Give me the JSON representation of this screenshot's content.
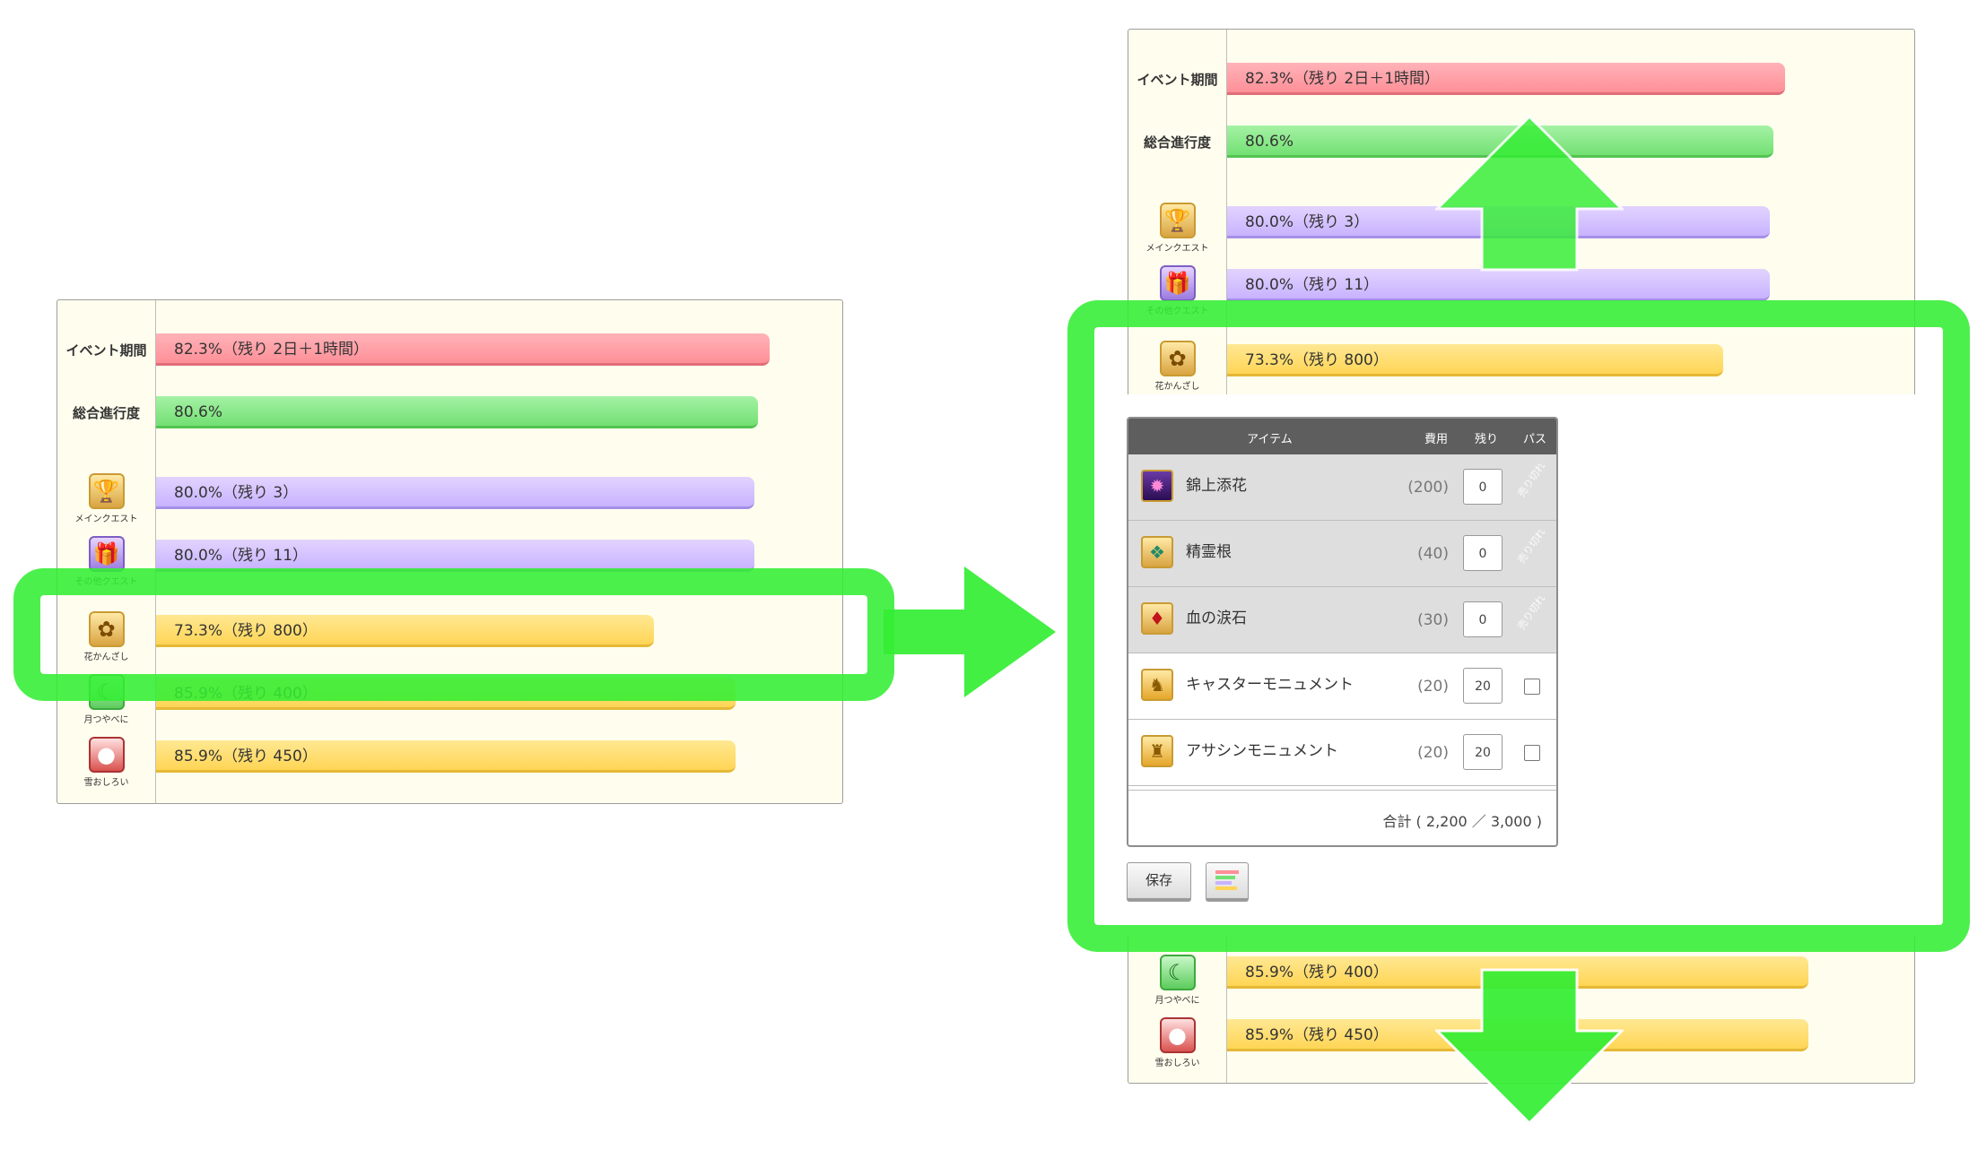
{
  "left_panel": {
    "rows": [
      {
        "label": "イベント期間",
        "bar_text": "82.3%（残り 2日＋1時間）",
        "percent": 82.3,
        "color": "#ff8f98"
      },
      {
        "label": "総合進行度",
        "bar_text": "80.6%",
        "percent": 80.6,
        "color": "#73e073"
      },
      {
        "icon": "goblet-icon",
        "caption": "メインクエスト",
        "bar_text": "80.0%（残り 3）",
        "percent": 80.0,
        "color": "#c8b3ff"
      },
      {
        "icon": "gift-box-icon",
        "caption": "その他クエスト",
        "bar_text": "80.0%（残り 11）",
        "percent": 80.0,
        "color": "#c8b3ff"
      },
      {
        "icon": "hairpin-icon",
        "caption": "花かんざし",
        "bar_text": "73.3%（残り 800）",
        "percent": 73.3,
        "color": "#ffd555"
      },
      {
        "icon": "moon-icon",
        "caption": "月つやべに",
        "bar_text": "85.9%（残り 400）",
        "percent": 85.9,
        "color": "#ffd555"
      },
      {
        "icon": "compact-icon",
        "caption": "雪おしろい",
        "bar_text": "85.9%（残り 450）",
        "percent": 85.9,
        "color": "#ffd555"
      }
    ]
  },
  "right_panel": {
    "top_rows": [
      {
        "label": "イベント期間",
        "bar_text": "82.3%（残り 2日＋1時間）",
        "percent": 82.3
      },
      {
        "label": "総合進行度",
        "bar_text": "80.6%",
        "percent": 80.6
      },
      {
        "icon": "goblet-icon",
        "caption": "メインクエスト",
        "bar_text": "80.0%（残り 3）",
        "percent": 80.0
      },
      {
        "icon": "gift-box-icon",
        "caption": "その他クエスト",
        "bar_text": "80.0%（残り 11）",
        "percent": 80.0
      },
      {
        "icon": "hairpin-icon",
        "caption": "花かんざし",
        "bar_text": "73.3%（残り 800）",
        "percent": 73.3
      }
    ],
    "bottom_rows": [
      {
        "icon": "moon-icon",
        "caption": "月つやべに",
        "bar_text": "85.9%（残り 400）",
        "percent": 85.9
      },
      {
        "icon": "compact-icon",
        "caption": "雪おしろい",
        "bar_text": "85.9%（残り 450）",
        "percent": 85.9
      }
    ]
  },
  "dialog": {
    "headers": {
      "item": "アイテム",
      "cost": "費用",
      "remain": "残り",
      "pass": "パス"
    },
    "items": [
      {
        "icon": "flower-icon",
        "name": "錦上添花",
        "cost": "(200)",
        "qty": "0",
        "sold_out": "売り切れ"
      },
      {
        "icon": "spirit-root-icon",
        "name": "精霊根",
        "cost": "(40)",
        "qty": "0",
        "sold_out": "売り切れ"
      },
      {
        "icon": "blood-stone-icon",
        "name": "血の涙石",
        "cost": "(30)",
        "qty": "0",
        "sold_out": "売り切れ"
      },
      {
        "icon": "caster-monument-icon",
        "name": "キャスターモニュメント",
        "cost": "(20)",
        "qty": "20"
      },
      {
        "icon": "assassin-monument-icon",
        "name": "アサシンモニュメント",
        "cost": "(20)",
        "qty": "20"
      }
    ],
    "total": "合計 ( 2,200 ／ 3,000 )",
    "save_label": "保存"
  },
  "colors": {
    "highlight": "#33ee33",
    "panel_bg": "#fffeee",
    "header_bg": "#5e5e5e"
  }
}
